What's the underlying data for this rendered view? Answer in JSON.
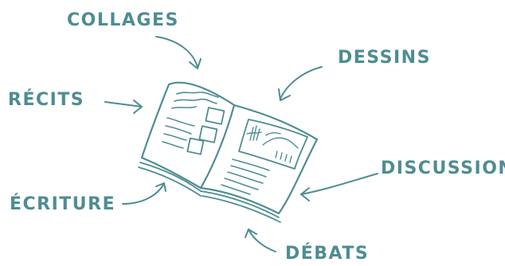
{
  "diagram": {
    "labels": {
      "collages": "COLLAGES",
      "dessins": "DESSINS",
      "recits": "RÉCITS",
      "discussions": "DISCUSSIONS",
      "ecriture": "ÉCRITURE",
      "debats": "DÉBATS"
    },
    "colors": {
      "ink": "#4e8d92"
    },
    "center_icon": "open-book-sketch"
  }
}
